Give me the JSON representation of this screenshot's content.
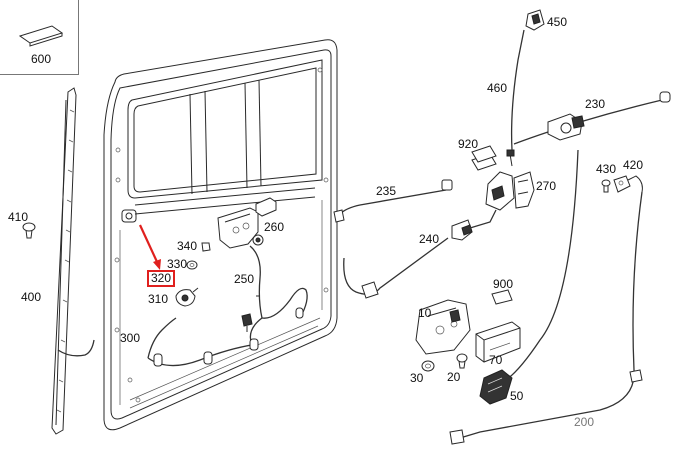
{
  "callouts": [
    {
      "id": "600",
      "text": "600"
    },
    {
      "id": "410",
      "text": "410"
    },
    {
      "id": "400",
      "text": "400"
    },
    {
      "id": "340",
      "text": "340"
    },
    {
      "id": "330",
      "text": "330"
    },
    {
      "id": "320",
      "text": "320",
      "highlighted": true
    },
    {
      "id": "310",
      "text": "310"
    },
    {
      "id": "300",
      "text": "300"
    },
    {
      "id": "260",
      "text": "260"
    },
    {
      "id": "250",
      "text": "250"
    },
    {
      "id": "235",
      "text": "235"
    },
    {
      "id": "240",
      "text": "240"
    },
    {
      "id": "920",
      "text": "920"
    },
    {
      "id": "270",
      "text": "270"
    },
    {
      "id": "460",
      "text": "460"
    },
    {
      "id": "450",
      "text": "450"
    },
    {
      "id": "230",
      "text": "230"
    },
    {
      "id": "430",
      "text": "430"
    },
    {
      "id": "420",
      "text": "420"
    },
    {
      "id": "900",
      "text": "900"
    },
    {
      "id": "10",
      "text": "10"
    },
    {
      "id": "70",
      "text": "70"
    },
    {
      "id": "30",
      "text": "30"
    },
    {
      "id": "20",
      "text": "20"
    },
    {
      "id": "50",
      "text": "50"
    },
    {
      "id": "200",
      "text": "200"
    }
  ],
  "colors": {
    "highlight": "#e0201e",
    "line": "#2a2a2a",
    "faded_label": "#777777",
    "background": "#ffffff"
  }
}
